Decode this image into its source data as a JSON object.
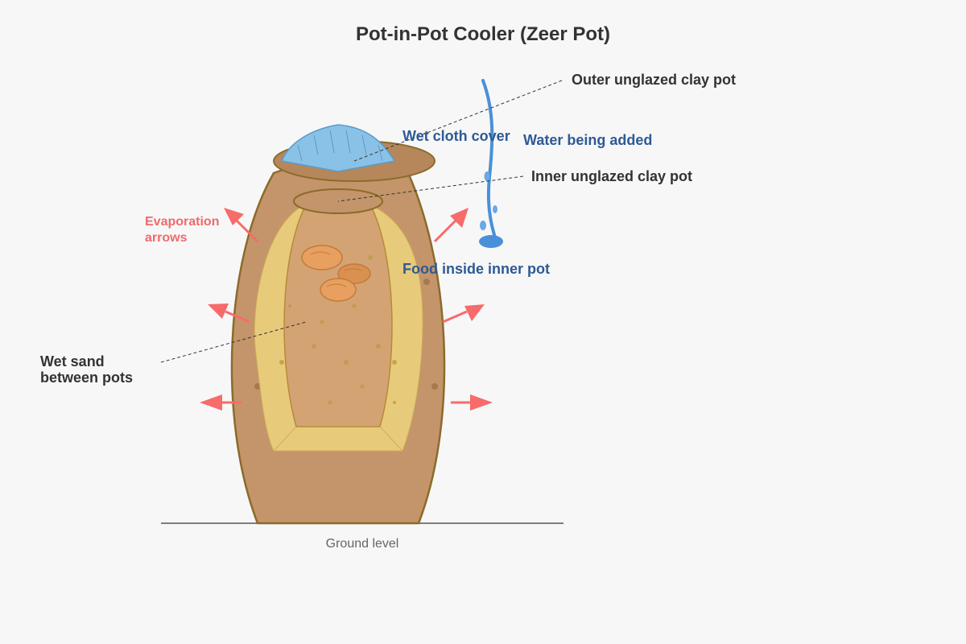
{
  "title": "Pot-in-Pot Cooler (Zeer Pot)",
  "labels": {
    "outer_pot": "Outer unglazed clay pot",
    "inner_pot": "Inner unglazed clay pot",
    "wet_cloth": "Wet cloth cover",
    "water": "Water being added",
    "food": "Food inside inner pot",
    "evaporation_line1": "Evaporation",
    "evaporation_line2": "arrows",
    "wet_sand_line1": "Wet sand",
    "wet_sand_line2": "between pots",
    "ground": "Ground level"
  },
  "colors": {
    "outer_pot": "#c4956a",
    "outer_pot_stroke": "#8b6b2a",
    "rim": "#b5875a",
    "sand": "#e8cb7a",
    "inner_pot": "#d4a373",
    "cloth": "#89c2e6",
    "water": "#4a90d9",
    "food": "#e8a060",
    "arrow": "#f76b6b"
  }
}
